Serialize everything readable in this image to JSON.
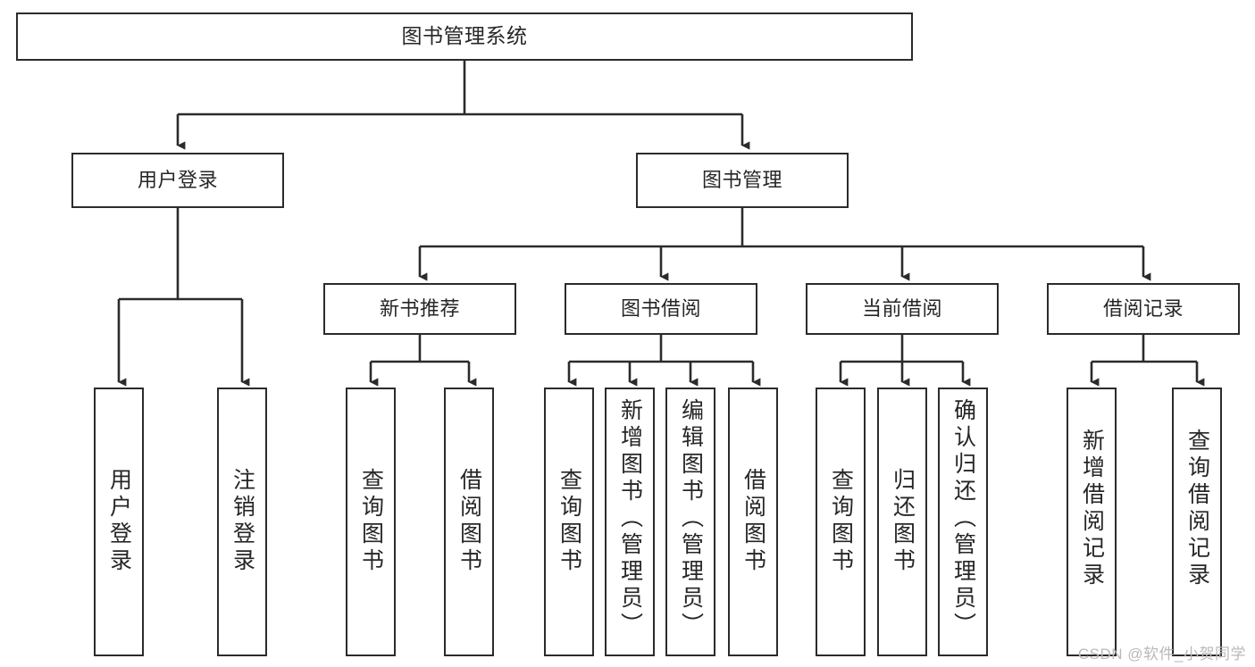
{
  "diagram": {
    "title": "图书管理系统",
    "type": "tree-hierarchy-diagram",
    "colors": {
      "box_border": "#2b2b2b",
      "box_fill": "#ffffff",
      "connector": "#2b2b2b",
      "text": "#262626",
      "watermark": "#b9b9b9",
      "background": "#ffffff"
    },
    "root": {
      "label": "图书管理系统",
      "orientation": "horizontal"
    },
    "level2": [
      {
        "id": "user-login",
        "label": "用户登录",
        "orientation": "horizontal"
      },
      {
        "id": "book-manage",
        "label": "图书管理",
        "orientation": "horizontal"
      }
    ],
    "level3": [
      {
        "id": "new-book-recommend",
        "label": "新书推荐",
        "orientation": "horizontal",
        "parent": "book-manage"
      },
      {
        "id": "book-borrow",
        "label": "图书借阅",
        "orientation": "horizontal",
        "parent": "book-manage"
      },
      {
        "id": "current-borrow",
        "label": "当前借阅",
        "orientation": "horizontal",
        "parent": "book-manage"
      },
      {
        "id": "borrow-record",
        "label": "借阅记录",
        "orientation": "horizontal",
        "parent": "book-manage"
      }
    ],
    "leaves": [
      {
        "id": "leaf-user-login",
        "label": "用户登录",
        "parent": "user-login",
        "orientation": "vertical"
      },
      {
        "id": "leaf-user-logout",
        "label": "注销登录",
        "parent": "user-login",
        "orientation": "vertical"
      },
      {
        "id": "leaf-query-book-1",
        "label": "查询图书",
        "parent": "new-book-recommend",
        "orientation": "vertical"
      },
      {
        "id": "leaf-borrow-book-1",
        "label": "借阅图书",
        "parent": "new-book-recommend",
        "orientation": "vertical"
      },
      {
        "id": "leaf-query-book-2",
        "label": "查询图书",
        "parent": "book-borrow",
        "orientation": "vertical"
      },
      {
        "id": "leaf-add-book",
        "label": "新增图书（管理员）",
        "parent": "book-borrow",
        "orientation": "vertical"
      },
      {
        "id": "leaf-edit-book",
        "label": "编辑图书（管理员）",
        "parent": "book-borrow",
        "orientation": "vertical"
      },
      {
        "id": "leaf-borrow-book-2",
        "label": "借阅图书",
        "parent": "book-borrow",
        "orientation": "vertical"
      },
      {
        "id": "leaf-query-book-3",
        "label": "查询图书",
        "parent": "current-borrow",
        "orientation": "vertical"
      },
      {
        "id": "leaf-return-book",
        "label": "归还图书",
        "parent": "current-borrow",
        "orientation": "vertical"
      },
      {
        "id": "leaf-confirm-return",
        "label": "确认归还（管理员）",
        "parent": "current-borrow",
        "orientation": "vertical"
      },
      {
        "id": "leaf-add-record",
        "label": "新增借阅记录",
        "parent": "borrow-record",
        "orientation": "vertical"
      },
      {
        "id": "leaf-query-record",
        "label": "查询借阅记录",
        "parent": "borrow-record",
        "orientation": "vertical"
      }
    ],
    "watermark": "CSDN @软件_小贺同学"
  }
}
